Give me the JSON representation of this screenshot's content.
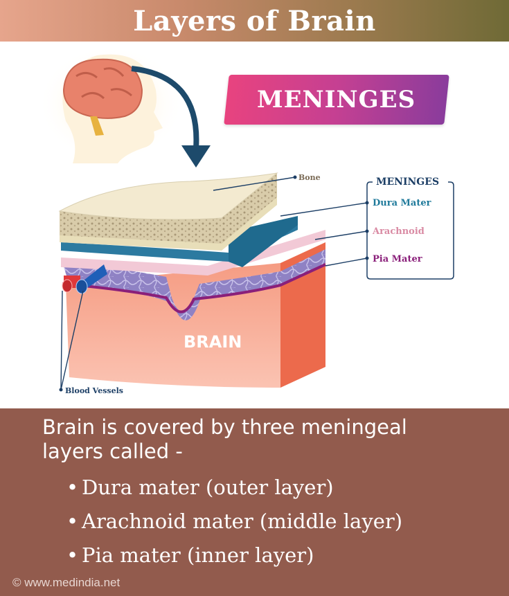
{
  "header": {
    "title": "Layers of Brain"
  },
  "banner": {
    "label": "MENINGES"
  },
  "diagram": {
    "labels": {
      "bone": "Bone",
      "meninges_group": "MENINGES",
      "dura": "Dura Mater",
      "arachnoid": "Arachnoid",
      "pia": "Pia Mater",
      "brain": "BRAIN",
      "blood_vessels": "Blood Vessels"
    },
    "colors": {
      "dura": "#1f7a9b",
      "arachnoid": "#d98aa3",
      "pia": "#8a1f7a",
      "bone_label": "#7a6a55",
      "blood_vessels": "#1d3f66",
      "arrow": "#1d4a6b"
    }
  },
  "footer": {
    "intro": "Brain is covered by three meningeal layers called -",
    "bullets": [
      "Dura mater (outer layer)",
      "Arachnoid mater (middle layer)",
      "Pia mater (inner layer)"
    ],
    "copyright": "© www.medindia.net"
  }
}
